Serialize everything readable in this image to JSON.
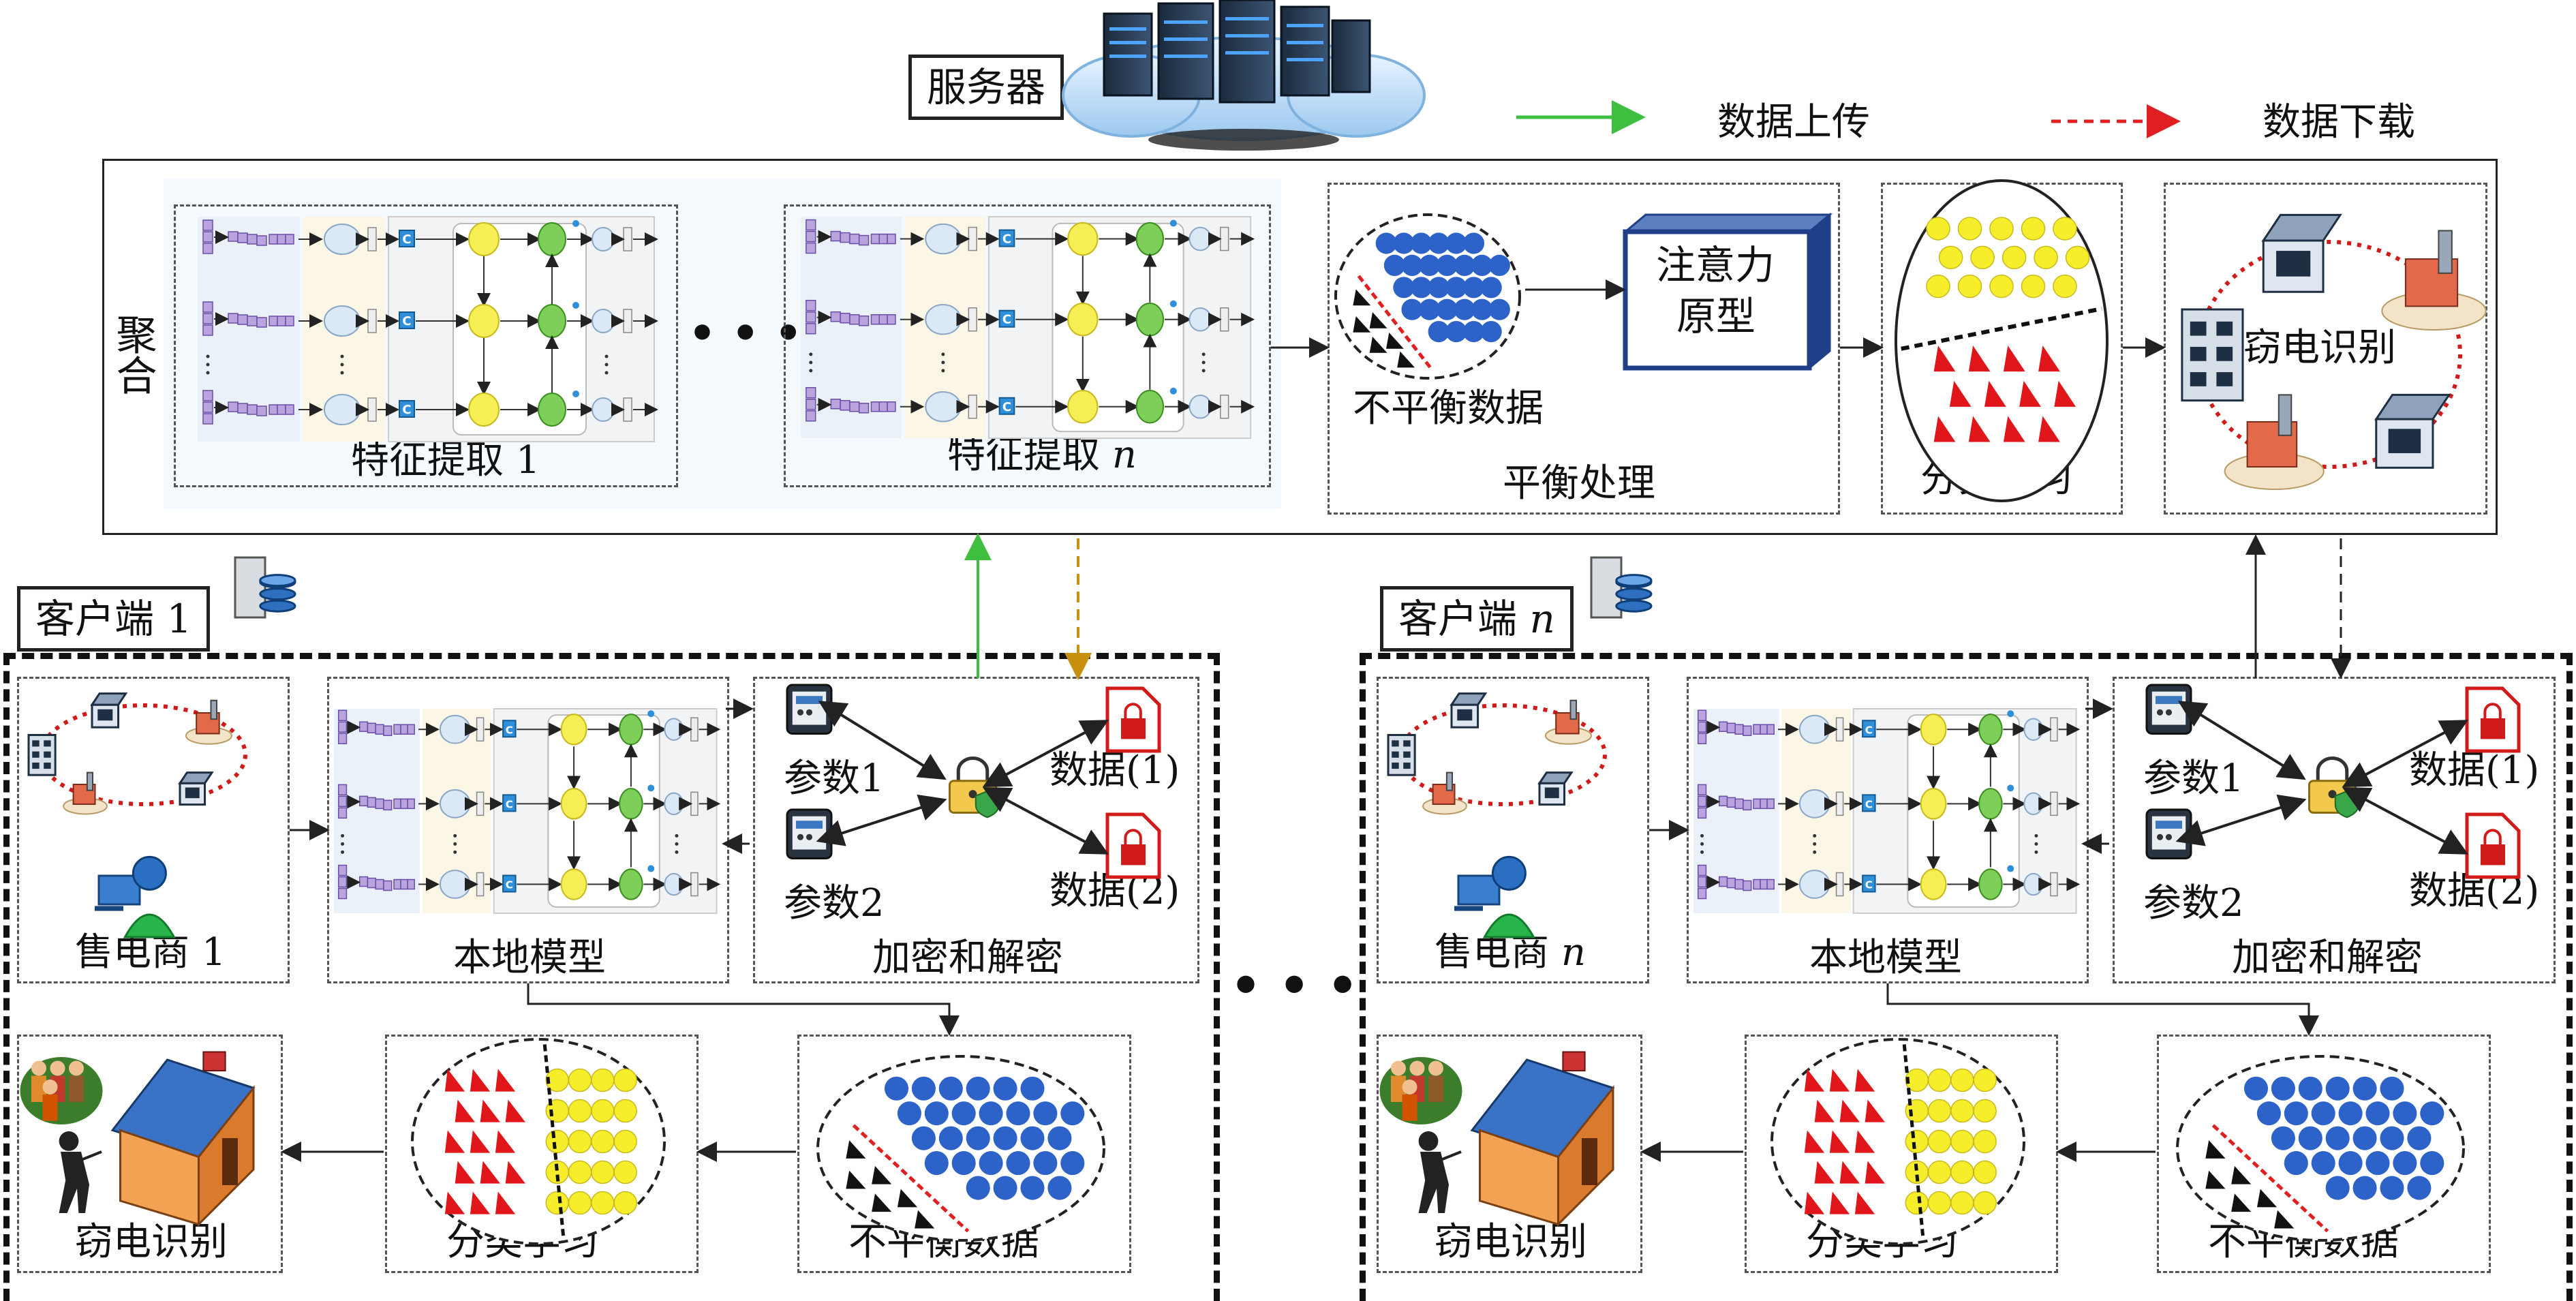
{
  "server": {
    "label": "服务器"
  },
  "legend": {
    "upload": "数据上传",
    "download": "数据下载",
    "upload_color": "#3fbf3f",
    "download_color": "#e02020"
  },
  "aggregation": {
    "label": "聚合",
    "feature1": {
      "text": "特征提取",
      "suffix": "1"
    },
    "featureN": {
      "text": "特征提取",
      "suffix": "n"
    },
    "ellipsis": "• • •",
    "imbalanced_data": "不平衡数据",
    "attention_line1": "注意力",
    "attention_line2": "原型",
    "balance": "平衡处理",
    "classification": "分类学习",
    "theft": "窃电识别"
  },
  "clients": [
    {
      "tag": "客户端",
      "tag_suffix": "1",
      "retailer": "售电商",
      "retailer_suffix": "1",
      "local_model": "本地模型",
      "param1": "参数1",
      "param2": "参数2",
      "data1": "数据(1)",
      "data2": "数据(2)",
      "encrypt": "加密和解密",
      "theft": "窃电识别",
      "classification": "分类学习",
      "imbalanced": "不平衡数据"
    },
    {
      "tag": "客户端",
      "tag_suffix": "n",
      "retailer": "售电商",
      "retailer_suffix": "n",
      "local_model": "本地模型",
      "param1": "参数1",
      "param2": "参数2",
      "data1": "数据(1)",
      "data2": "数据(2)",
      "encrypt": "加密和解密",
      "theft": "窃电识别",
      "classification": "分类学习",
      "imbalanced": "不平衡数据"
    }
  ],
  "middle_ellipsis": "• • •",
  "icons": [
    "server-cloud-icon",
    "database-icon",
    "meter-icon",
    "lock-icon",
    "locked-file-icon",
    "retailer-user-icon",
    "house-icon",
    "thief-icon",
    "family-icon",
    "substation-icon"
  ]
}
